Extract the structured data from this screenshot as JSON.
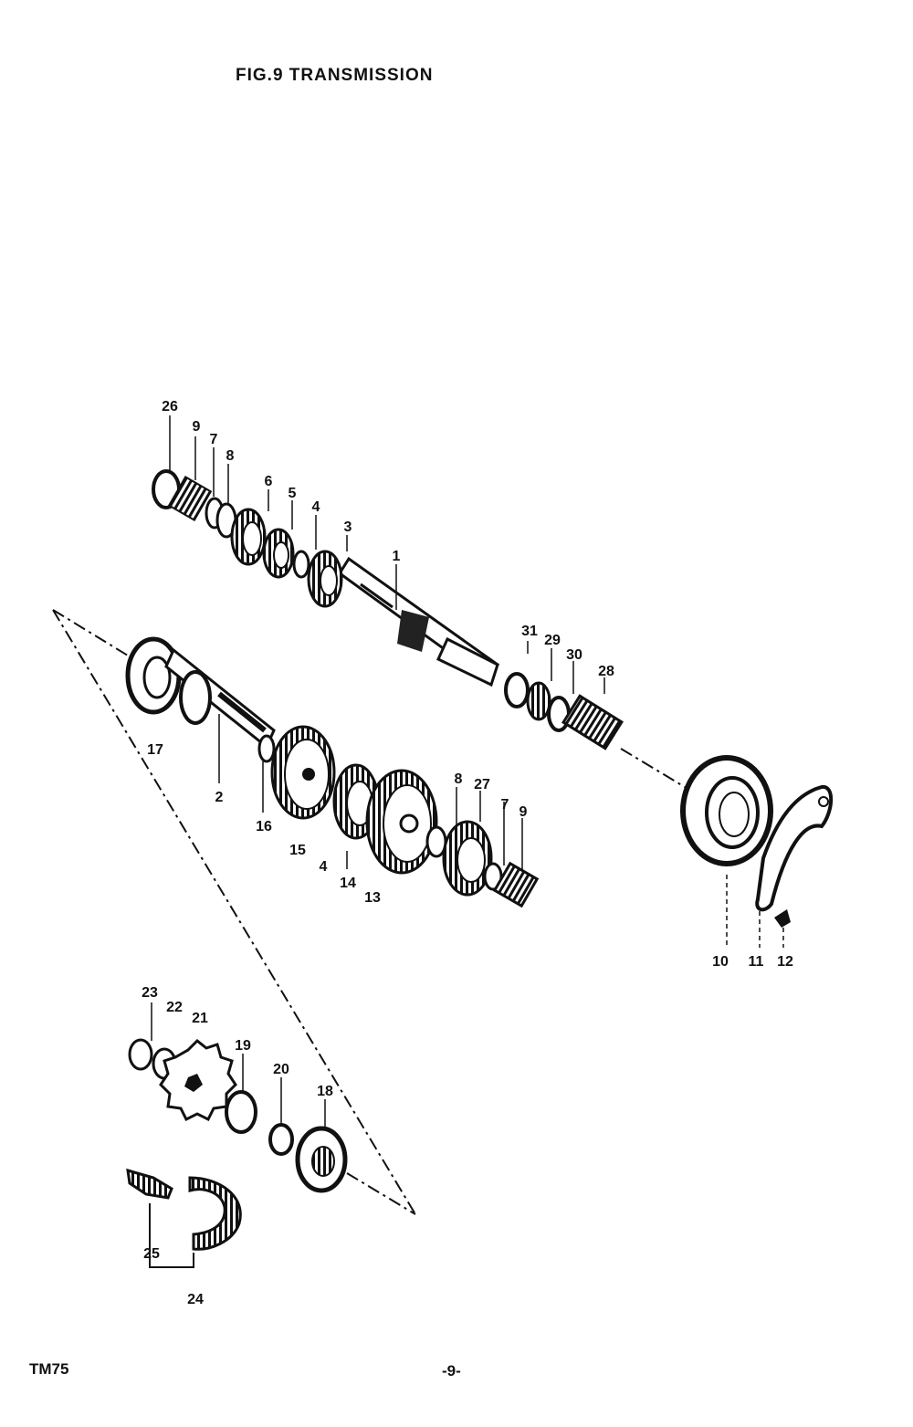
{
  "header": {
    "title": "FIG.9  TRANSMISSION"
  },
  "footer": {
    "model": "TM75",
    "page": "-9-"
  },
  "part_labels": {
    "p1": "1",
    "p2": "2",
    "p3": "3",
    "p4a": "4",
    "p4b": "4",
    "p5": "5",
    "p6": "6",
    "p7a": "7",
    "p7b": "7",
    "p8a": "8",
    "p8b": "8",
    "p9a": "9",
    "p9b": "9",
    "p10": "10",
    "p11": "11",
    "p12": "12",
    "p13": "13",
    "p14": "14",
    "p15": "15",
    "p16": "16",
    "p17": "17",
    "p18": "18",
    "p19": "19",
    "p20": "20",
    "p21": "21",
    "p22": "22",
    "p23": "23",
    "p24": "24",
    "p25": "25",
    "p26": "26",
    "p27": "27",
    "p28": "28",
    "p29": "29",
    "p30": "30",
    "p31": "31"
  },
  "colors": {
    "ink": "#111111",
    "paper": "#ffffff"
  }
}
